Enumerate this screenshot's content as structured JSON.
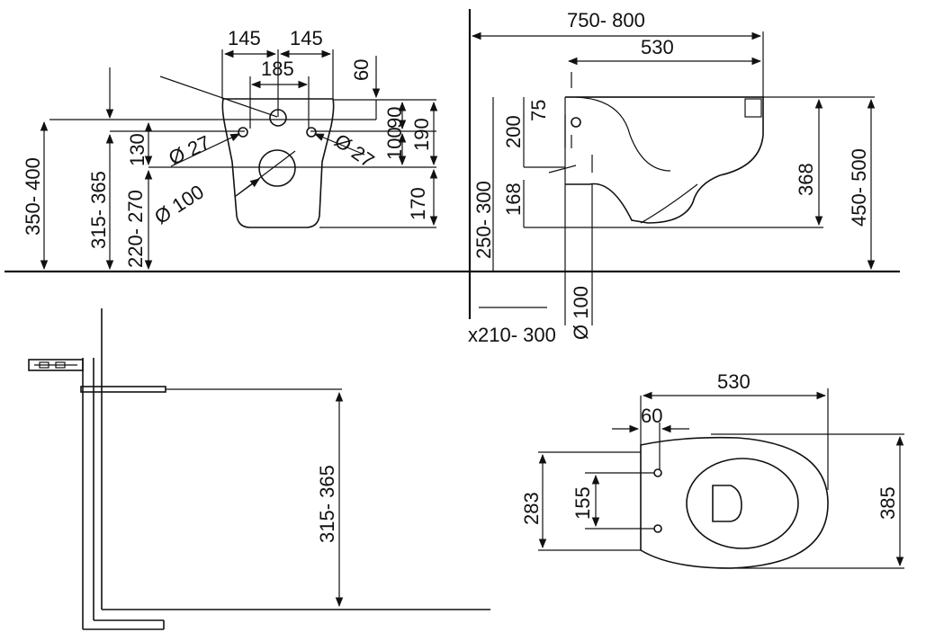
{
  "colors": {
    "ink": "#111111",
    "background": "#ffffff"
  },
  "front_view": {
    "dim_145_left": "145",
    "dim_145_right": "145",
    "dim_185": "185",
    "dim_60": "60",
    "dim_90": "90",
    "dim_190": "190",
    "dim_100": "100",
    "dim_130": "130",
    "dim_170": "170",
    "dim_350_400": "350- 400",
    "dim_315_365": "315- 365",
    "dim_220_270": "220- 270",
    "dia_27_left": "Ø 27",
    "dia_27_right": "Ø 27",
    "dia_100": "Ø 100"
  },
  "side_view": {
    "dim_750_800": "750- 800",
    "dim_530": "530",
    "dim_75": "75",
    "dim_200": "200",
    "dim_250_300": "250- 300",
    "dim_168": "168",
    "dim_368": "368",
    "dim_450_500": "450- 500",
    "dia_100": "Ø 100",
    "dim_x210_300": "x210- 300"
  },
  "frame_view": {
    "dim_315_365": "315- 365"
  },
  "top_view": {
    "dim_530": "530",
    "dim_60": "60",
    "dim_283": "283",
    "dim_155": "155",
    "dim_385": "385"
  }
}
